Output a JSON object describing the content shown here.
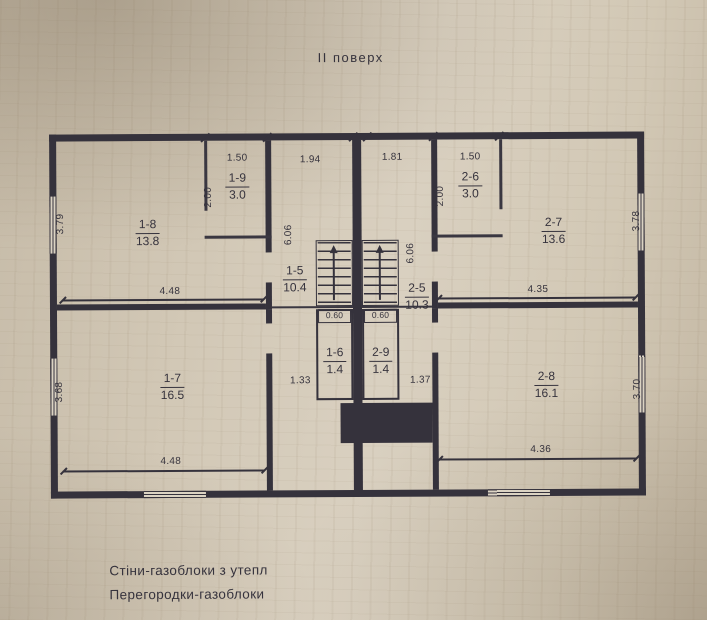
{
  "title": "ІІ поверх",
  "notes": {
    "line1": "Стіни-газоблоки з утепл",
    "line2": "Перегородки-газоблоки"
  },
  "rooms": [
    {
      "id": "1-8",
      "area": "13.8"
    },
    {
      "id": "1-9",
      "area": "3.0"
    },
    {
      "id": "1-5",
      "area": "10.4"
    },
    {
      "id": "1-6",
      "area": "1.4"
    },
    {
      "id": "1-7",
      "area": "16.5"
    },
    {
      "id": "2-6",
      "area": "3.0"
    },
    {
      "id": "2-7",
      "area": "13.6"
    },
    {
      "id": "2-5",
      "area": "10.3"
    },
    {
      "id": "2-9",
      "area": "1.4"
    },
    {
      "id": "2-8",
      "area": "16.1"
    }
  ],
  "dims": {
    "side_left_top": "3.79",
    "side_left_bottom": "3.68",
    "side_right_top": "3.78",
    "side_right_bottom": "3.70",
    "top_1_9": "1.50",
    "top_stair_left": "1.94",
    "top_stair_right": "1.81",
    "top_2_6": "1.50",
    "height_1_9": "2.00",
    "height_2_6": "2.00",
    "depth_stair_left": "6.06",
    "depth_stair_right": "6.06",
    "width_1_8": "4.48",
    "width_2_7": "4.35",
    "width_1_7": "4.48",
    "width_2_8": "4.36",
    "niche_1_6": "0.60",
    "niche_2_9": "0.60",
    "hall_left": "1.33",
    "hall_right": "1.37"
  },
  "colors": {
    "paper": "#d2c8b6",
    "ink": "#35323c"
  }
}
